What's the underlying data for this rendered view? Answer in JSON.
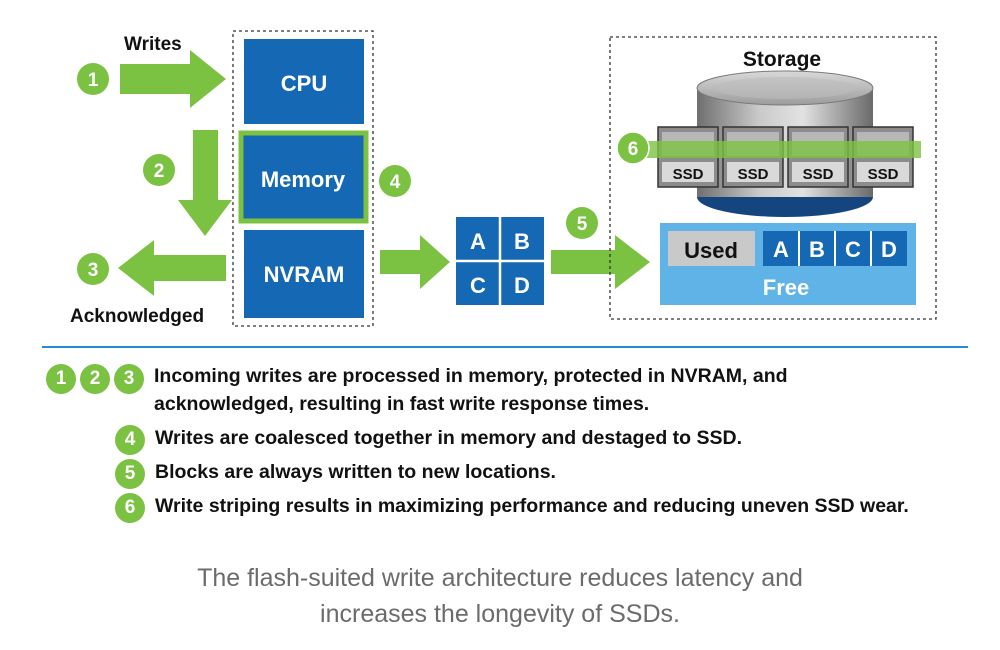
{
  "diagram": {
    "writes_label": "Writes",
    "acknowledged_label": "Acknowledged",
    "cpu_label": "CPU",
    "memory_label": "Memory",
    "nvram_label": "NVRAM",
    "storage_label": "Storage",
    "blocks": [
      "A",
      "B",
      "C",
      "D"
    ],
    "ssd_labels": [
      "SSD",
      "SSD",
      "SSD",
      "SSD"
    ],
    "used_label": "Used",
    "free_label": "Free",
    "free_blocks": [
      "A",
      "B",
      "C",
      "D"
    ],
    "steps": {
      "s1": "1",
      "s2": "2",
      "s3": "3",
      "s4": "4",
      "s5": "5",
      "s6": "6"
    }
  },
  "legend": {
    "items": [
      {
        "badges": [
          "1",
          "2",
          "3"
        ],
        "text": "Incoming writes are processed in memory, protected in NVRAM, and",
        "text2": "acknowledged, resulting in fast write response times."
      },
      {
        "badges": [
          "4"
        ],
        "text": "Writes are coalesced together in memory and destaged to SSD."
      },
      {
        "badges": [
          "5"
        ],
        "text": "Blocks are always written to new locations."
      },
      {
        "badges": [
          "6"
        ],
        "text": "Write striping results in maximizing performance and reducing uneven SSD wear."
      }
    ]
  },
  "caption": {
    "line1": "The flash-suited write architecture reduces latency and",
    "line2": "increases the longevity of SSDs."
  },
  "colors": {
    "green": "#7cc242",
    "blue": "#1568b3",
    "light_blue": "#5fb3e6",
    "gray": "#9a9a9a",
    "divider": "#2a86d6",
    "caption": "#6b6b6b"
  }
}
